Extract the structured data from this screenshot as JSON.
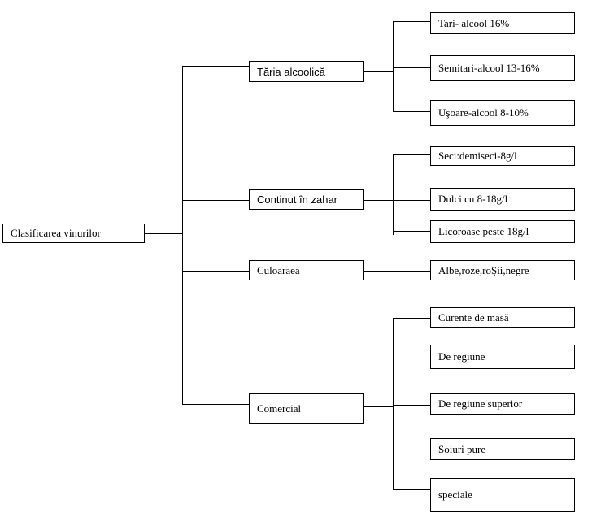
{
  "root": {
    "label": "Clasificarea vinurilor"
  },
  "categories": [
    {
      "label": "Tăria alcoolică",
      "items": [
        "Tari- alcool 16%",
        "Semitari-alcool 13-16%",
        "Uşoare-alcool 8-10%"
      ]
    },
    {
      "label": "Continut în zahar",
      "items": [
        "Seci:demiseci-8g/l",
        "Dulci cu 8-18g/l",
        "Licoroase peste 18g/l"
      ]
    },
    {
      "label": "Culoaraea",
      "items": [
        "Albe,roze,roŞii,negre"
      ]
    },
    {
      "label": "Comercial",
      "items": [
        "Curente de masă",
        "De regiune",
        "De regiune superior",
        "Soiuri pure",
        "speciale"
      ]
    }
  ]
}
